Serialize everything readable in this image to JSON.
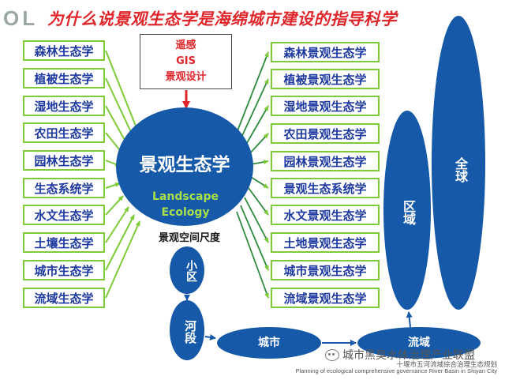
{
  "logo_text": "OL",
  "title": "为什么说景观生态学是海绵城市建设的指导科学",
  "tech_box": [
    "遥感",
    "GIS",
    "景观设计"
  ],
  "center": {
    "title": "景观生态学",
    "english_line1": "Landscape",
    "english_line2": "Ecology",
    "caption": "景观空间尺度"
  },
  "left_items": [
    "森林生态学",
    "植被生态学",
    "湿地生态学",
    "农田生态学",
    "园林生态学",
    "生态系统学",
    "水文生态学",
    "土壤生态学",
    "城市生态学",
    "流域生态学"
  ],
  "right_items": [
    "森林景观生态学",
    "植被景观生态学",
    "湿地景观生态学",
    "农田景观生态学",
    "园林景观生态学",
    "景观生态系统学",
    "水文景观生态学",
    "土地景观生态学",
    "城市景观生态学",
    "流域景观生态学"
  ],
  "scales": {
    "small_area": "小区",
    "river": "河段",
    "city": "城市",
    "basin": "流域",
    "region": "区域",
    "global": "全球"
  },
  "watermark": "城市黑臭水体治理产业联盟",
  "watermark_icon": "wechat-icon",
  "footer_cn": "十堰市五河流域综合治理生态规划",
  "footer_en": "Planning of ecological comprehensive governance River Basin in Shiyan City",
  "colors": {
    "title_red": "#e0262b",
    "box_border": "#7ccb37",
    "box_text": "#1e3aa0",
    "ellipse_blue": "#1659a8",
    "arrow_green": "#7ccb37",
    "english_yellow_green": "#a8e04a"
  }
}
